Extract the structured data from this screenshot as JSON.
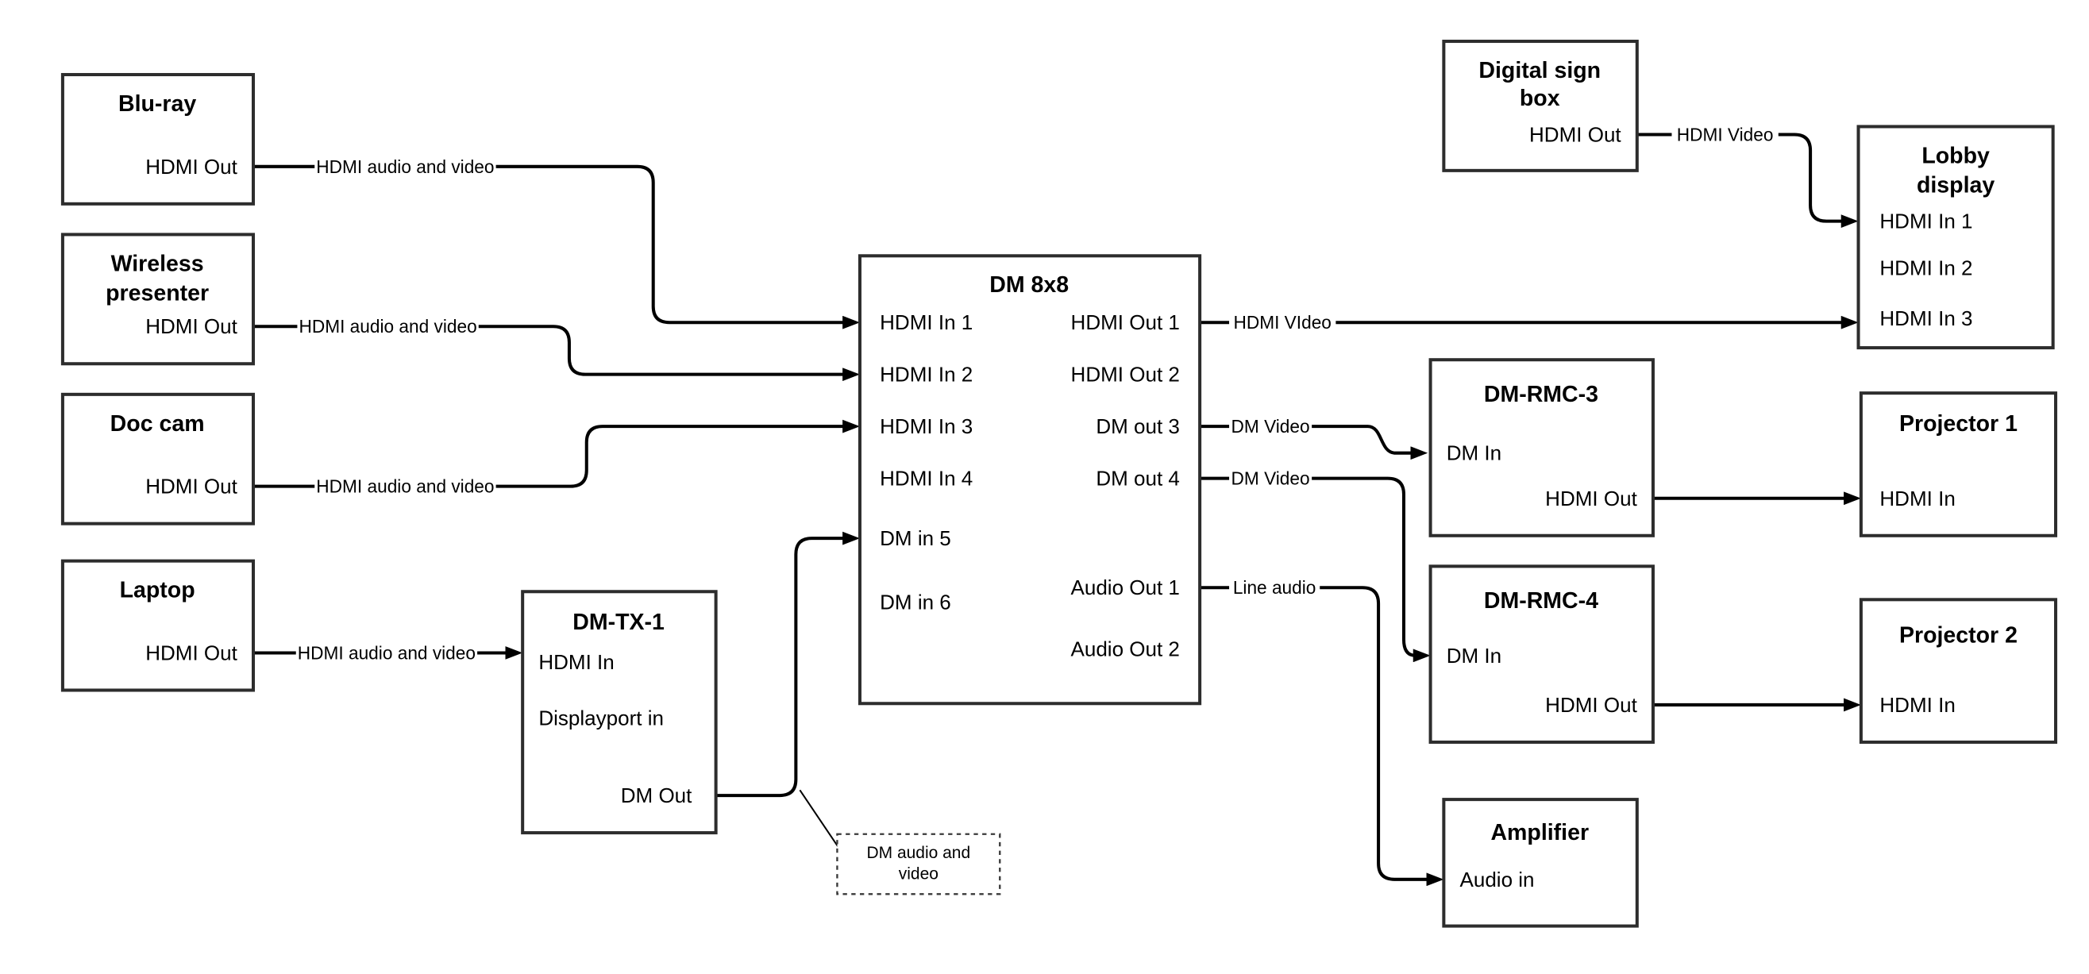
{
  "theme": {
    "background": "#ffffff",
    "line_color": "#000000",
    "box_border_color": "#2d2d2d",
    "text_color": "#000000"
  },
  "devices": {
    "bluray": {
      "title": "Blu-ray",
      "ports": {
        "hdmi_out": "HDMI Out"
      }
    },
    "wireless": {
      "title_lines": [
        "Wireless",
        "presenter"
      ],
      "ports": {
        "hdmi_out": "HDMI Out"
      }
    },
    "doccam": {
      "title": "Doc cam",
      "ports": {
        "hdmi_out": "HDMI Out"
      }
    },
    "laptop": {
      "title": "Laptop",
      "ports": {
        "hdmi_out": "HDMI Out"
      }
    },
    "dmtx1": {
      "title": "DM-TX-1",
      "ports": {
        "hdmi_in": "HDMI In",
        "displayport_in": "Displayport in",
        "dm_out": "DM Out"
      }
    },
    "dm8x8": {
      "title": "DM 8x8",
      "ports": {
        "in1": "HDMI In 1",
        "in2": "HDMI In 2",
        "in3": "HDMI In 3",
        "in4": "HDMI In 4",
        "in5": "DM in 5",
        "in6": "DM in 6",
        "out1": "HDMI Out 1",
        "out2": "HDMI Out 2",
        "out3": "DM out 3",
        "out4": "DM out 4",
        "audio1": "Audio Out 1",
        "audio2": "Audio Out 2"
      }
    },
    "digital_sign": {
      "title_lines": [
        "Digital sign",
        "box"
      ],
      "ports": {
        "hdmi_out": "HDMI Out"
      }
    },
    "lobby": {
      "title_lines": [
        "Lobby",
        "display"
      ],
      "ports": {
        "in1": "HDMI In 1",
        "in2": "HDMI In 2",
        "in3": "HDMI In 3"
      }
    },
    "dmrmc3": {
      "title": "DM-RMC-3",
      "ports": {
        "dm_in": "DM In",
        "hdmi_out": "HDMI Out"
      }
    },
    "proj1": {
      "title": "Projector 1",
      "ports": {
        "hdmi_in": "HDMI In"
      }
    },
    "dmrmc4": {
      "title": "DM-RMC-4",
      "ports": {
        "dm_in": "DM In",
        "hdmi_out": "HDMI Out"
      }
    },
    "proj2": {
      "title": "Projector 2",
      "ports": {
        "hdmi_in": "HDMI In"
      }
    },
    "amplifier": {
      "title": "Amplifier",
      "ports": {
        "audio_in": "Audio in"
      }
    }
  },
  "connections": {
    "bluray_to_dm8x8_label": "HDMI audio and video",
    "wireless_to_dm8x8_label": "HDMI audio and video",
    "doccam_to_dm8x8_label": "HDMI audio and video",
    "laptop_to_dmtx1_label": "HDMI audio and video",
    "out1_to_lobby_label": "HDMI VIdeo",
    "sign_to_lobby_label": "HDMI Video",
    "out3_to_rmc3_label": "DM Video",
    "out4_to_rmc4_label": "DM Video",
    "audio1_to_amp_label": "Line audio"
  },
  "note": {
    "lines": [
      "DM audio and",
      "video"
    ]
  }
}
